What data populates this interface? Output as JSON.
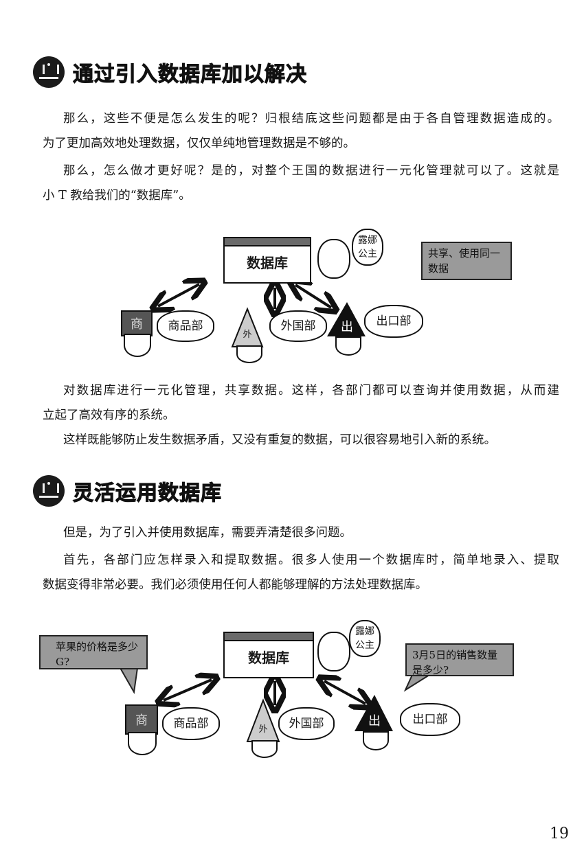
{
  "section1": {
    "title": "通过引入数据库加以解决",
    "paragraph1": [
      "那么，这些不便是怎么发生的呢？归根结底这些问题都是由于各自管理数据造成的。",
      "为了更加高效地处理数据，仅仅单纯地管理数据是不够的。"
    ],
    "paragraph2": [
      "那么，怎么做才更好呢？是的，对整个王国的数据进行一元化管理就可以了。这就是",
      "小 T 教给我们的“数据库”。"
    ],
    "diagram": {
      "database": "数据库",
      "princess": "露娜公主",
      "note": "共享、使用同一数据",
      "departments": [
        {
          "hat": "商",
          "name": "商品部"
        },
        {
          "hat": "外",
          "name": "外国部"
        },
        {
          "hat": "出",
          "name": "出口部"
        }
      ]
    },
    "paragraph3": [
      "对数据库进行一元化管理，共享数据。这样，各部门都可以查询并使用数据，从而建",
      "立起了高效有序的系统。"
    ],
    "paragraph4": [
      "这样既能够防止发生数据矛盾，又没有重复的数据，可以很容易地引入新的系统。"
    ]
  },
  "section2": {
    "title": "灵活运用数据库",
    "paragraph1": [
      "但是，为了引入并使用数据库，需要弄清楚很多问题。"
    ],
    "paragraph2": [
      "首先，各部门应怎样录入和提取数据。很多人使用一个数据库时，简单地录入、提取",
      "数据变得非常必要。我们必须使用任何人都能够理解的方法处理数据库。"
    ],
    "diagram": {
      "database": "数据库",
      "princess": "露娜公主",
      "question_left": "苹果的价格是多少G?",
      "question_right": "3月5日的销售数量是多少?",
      "departments": [
        {
          "hat": "商",
          "name": "商品部"
        },
        {
          "hat": "外",
          "name": "外国部"
        },
        {
          "hat": "出",
          "name": "出口部"
        }
      ]
    }
  },
  "page_number": "19"
}
